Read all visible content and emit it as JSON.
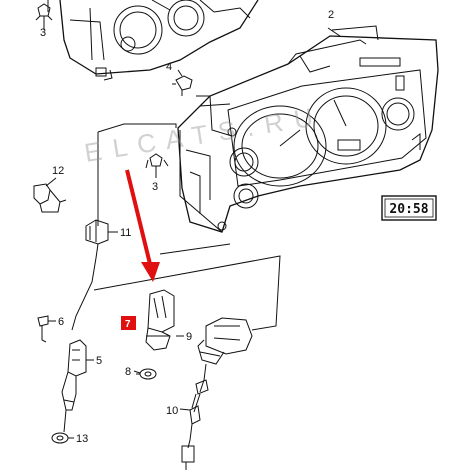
{
  "diagram": {
    "part_labels": [
      "2",
      "3",
      "4",
      "3",
      "12",
      "11",
      "6",
      "5",
      "7",
      "8",
      "9",
      "10",
      "13"
    ],
    "clock_display": "20:58",
    "watermark": "E L C A T S . R U",
    "highlight_color": "#e01010",
    "arrow_color": "#e01010"
  }
}
